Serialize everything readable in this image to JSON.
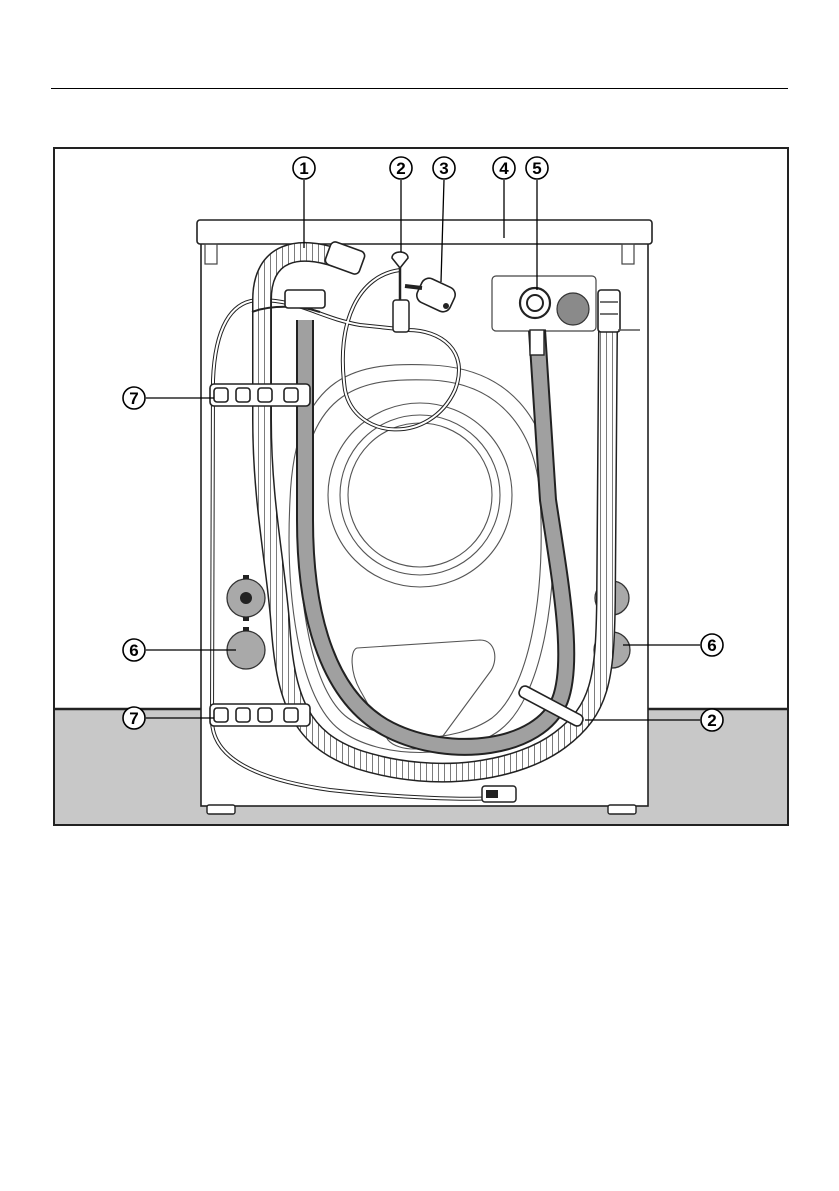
{
  "figure": {
    "description_labels": {
      "c1": "1",
      "c2_top": "2",
      "c3": "3",
      "c4": "4",
      "c5": "5",
      "c6_left": "6",
      "c6_right": "6",
      "c7_upper": "7",
      "c7_lower": "7",
      "c2_bottom": "2"
    },
    "colors": {
      "floor": "#c8c8c8",
      "outline": "#222222",
      "plug_grey": "#8a8a8a",
      "cover_grey": "#a9a9a9"
    }
  }
}
